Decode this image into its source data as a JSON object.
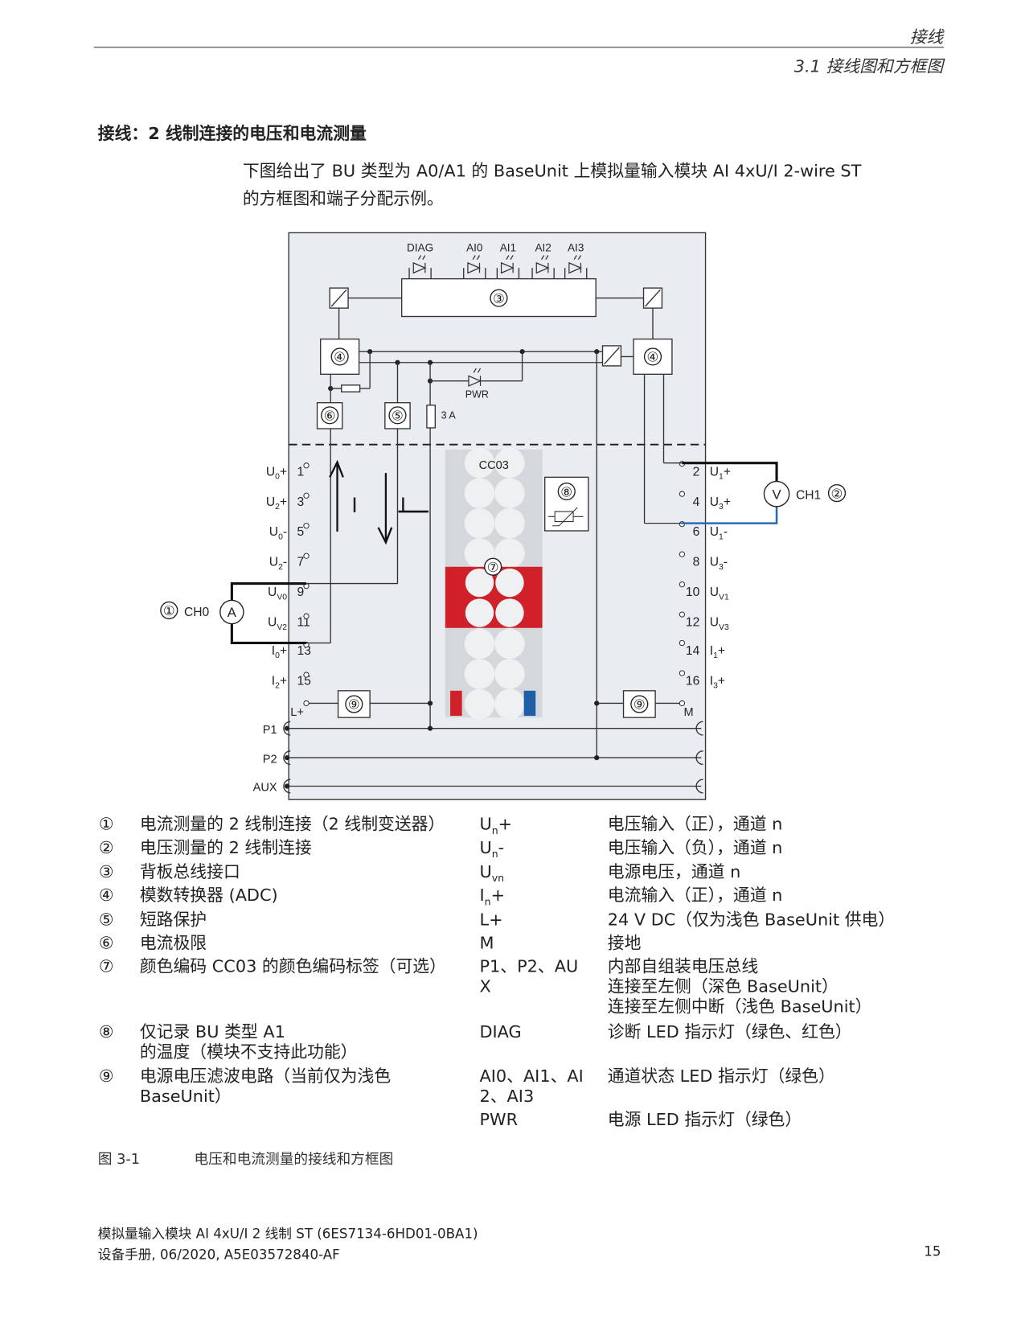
{
  "header": {
    "section": "接线",
    "subsection": "3.1 接线图和方框图"
  },
  "heading": "接线：2 线制连接的电压和电流测量",
  "intro": [
    "下图给出了 BU 类型为 A0/A1 的 BaseUnit 上模拟量输入模块 AI 4xU/I 2-wire ST",
    "的方框图和端子分配示例。"
  ],
  "diagram": {
    "leds": [
      "DIAG",
      "AI0",
      "AI1",
      "AI2",
      "AI3"
    ],
    "pwr": "PWR",
    "fuse": "3 A",
    "label_module": "CC03",
    "markers": [
      "①",
      "②",
      "③",
      "④",
      "⑤",
      "⑥",
      "⑦",
      "⑧",
      "⑨"
    ],
    "ch0": "CH0",
    "ch1": "CH1",
    "ammeter": "A",
    "voltmeter": "V",
    "left_terminals": [
      {
        "num": "1",
        "name": "U",
        "sub": "0",
        "suf": "+"
      },
      {
        "num": "3",
        "name": "U",
        "sub": "2",
        "suf": "+"
      },
      {
        "num": "5",
        "name": "U",
        "sub": "0",
        "suf": "-"
      },
      {
        "num": "7",
        "name": "U",
        "sub": "2",
        "suf": "-"
      },
      {
        "num": "9",
        "name": "U",
        "sub": "V0",
        "suf": ""
      },
      {
        "num": "11",
        "name": "U",
        "sub": "V2",
        "suf": ""
      },
      {
        "num": "13",
        "name": "I",
        "sub": "0",
        "suf": "+"
      },
      {
        "num": "15",
        "name": "I",
        "sub": "2",
        "suf": "+"
      }
    ],
    "right_terminals": [
      {
        "num": "2",
        "name": "U",
        "sub": "1",
        "suf": "+"
      },
      {
        "num": "4",
        "name": "U",
        "sub": "3",
        "suf": "+"
      },
      {
        "num": "6",
        "name": "U",
        "sub": "1",
        "suf": "-"
      },
      {
        "num": "8",
        "name": "U",
        "sub": "3",
        "suf": "-"
      },
      {
        "num": "10",
        "name": "U",
        "sub": "V1",
        "suf": ""
      },
      {
        "num": "12",
        "name": "U",
        "sub": "V3",
        "suf": ""
      },
      {
        "num": "14",
        "name": "I",
        "sub": "1",
        "suf": "+"
      },
      {
        "num": "16",
        "name": "I",
        "sub": "3",
        "suf": "+"
      }
    ],
    "lplus": "L+",
    "m": "M",
    "buses": [
      "P1",
      "P2",
      "AUX"
    ],
    "handwritten": "I",
    "colors": {
      "panel": "#e9edf1",
      "red": "#d0202a",
      "blue": "#1f5fa8",
      "wire_blue": "#2a6db5"
    }
  },
  "legend": [
    {
      "n": "①",
      "d": [
        "电流测量的 2 线制连接（2 线制变送器）"
      ],
      "s": "U",
      "ssub": "n",
      "ssuf": "+",
      "m": [
        "电压输入（正），通道 n"
      ]
    },
    {
      "n": "②",
      "d": [
        "电压测量的 2 线制连接"
      ],
      "s": "U",
      "ssub": "n",
      "ssuf": "-",
      "m": [
        "电压输入（负），通道 n"
      ]
    },
    {
      "n": "③",
      "d": [
        "背板总线接口"
      ],
      "s": "U",
      "ssub": "vn",
      "ssuf": "",
      "m": [
        "电源电压，通道 n"
      ]
    },
    {
      "n": "④",
      "d": [
        "模数转换器 (ADC)"
      ],
      "s": "I",
      "ssub": "n",
      "ssuf": "+",
      "m": [
        "电流输入（正），通道 n"
      ]
    },
    {
      "n": "⑤",
      "d": [
        "短路保护"
      ],
      "s": "L+",
      "ssub": "",
      "ssuf": "",
      "m": [
        "24 V DC（仅为浅色 BaseUnit 供电）"
      ]
    },
    {
      "n": "⑥",
      "d": [
        "电流极限"
      ],
      "s": "M",
      "ssub": "",
      "ssuf": "",
      "m": [
        "接地"
      ]
    },
    {
      "n": "⑦",
      "d": [
        "颜色编码 CC03 的颜色编码标签（可选）"
      ],
      "s": "P1、P2、AU\nX",
      "ssub": "",
      "ssuf": "",
      "m": [
        "内部自组装电压总线",
        "连接至左侧（深色 BaseUnit）",
        "连接至左侧中断（浅色 BaseUnit）"
      ]
    },
    {
      "n": "⑧",
      "d": [
        "仅记录 BU 类型 A1",
        "的温度（模块不支持此功能）"
      ],
      "s": "DIAG",
      "ssub": "",
      "ssuf": "",
      "m": [
        "诊断 LED 指示灯（绿色、红色）"
      ]
    },
    {
      "n": "⑨",
      "d": [
        "电源电压滤波电路（当前仅为浅色",
        "BaseUnit）"
      ],
      "s": "AI0、AI1、AI\n2、AI3",
      "ssub": "",
      "ssuf": "",
      "m": [
        "通道状态 LED 指示灯（绿色）"
      ]
    },
    {
      "n": "",
      "d": [
        ""
      ],
      "s": "PWR",
      "ssub": "",
      "ssuf": "",
      "m": [
        "电源 LED 指示灯（绿色）"
      ]
    }
  ],
  "caption": {
    "num": "图 3-1",
    "text": "电压和电流测量的接线和方框图"
  },
  "footer": {
    "line1": "模拟量输入模块 AI 4xU/I 2 线制 ST (6ES7134-6HD01-0BA1)",
    "line2": "设备手册, 06/2020, A5E03572840-AF",
    "page": "15"
  }
}
